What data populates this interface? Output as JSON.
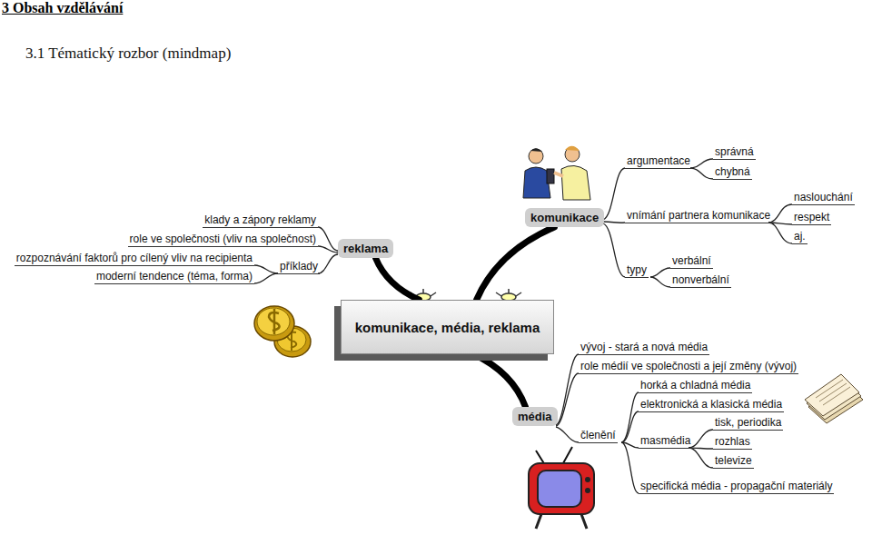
{
  "diagram": {
    "title": "3 Obsah vzdělávání",
    "nodes": [
      {
        "text": [
          "komunikace, média, reklama"
        ]
      },
      {
        "text": [
          "reklama"
        ]
      },
      {
        "text": [
          "komunikace"
        ]
      },
      {
        "text": [
          "média"
        ]
      }
    ],
    "edges": [
      {
        "from": 0,
        "to": 1,
        "arrow": "none"
      },
      {
        "from": 0,
        "to": 2,
        "arrow": "none"
      },
      {
        "from": 0,
        "to": 3,
        "arrow": "none"
      }
    ],
    "labels": [
      "3.1 Tématický rozbor (mindmap)",
      "argumentace",
      "správná",
      "chybná",
      "vnímání partnera komunikace",
      "naslouchání",
      "respekt",
      "aj.",
      "typy",
      "verbální",
      "nonverbální",
      "klady a zápory reklamy",
      "role ve společnosti (vliv na společnost)",
      "rozpoznávání faktorů pro cílený vliv na recipienta",
      "příklady",
      "moderní tendence (téma, forma)",
      "vývoj - stará a nová média",
      "role médií ve společnosti a její změny (vývoj)",
      "horká a chladná média",
      "elektronická a klasická média",
      "členění",
      "masmédia",
      "tisk, periodika",
      "rozhlas",
      "televize",
      "specifická média - propagační materiály"
    ]
  }
}
